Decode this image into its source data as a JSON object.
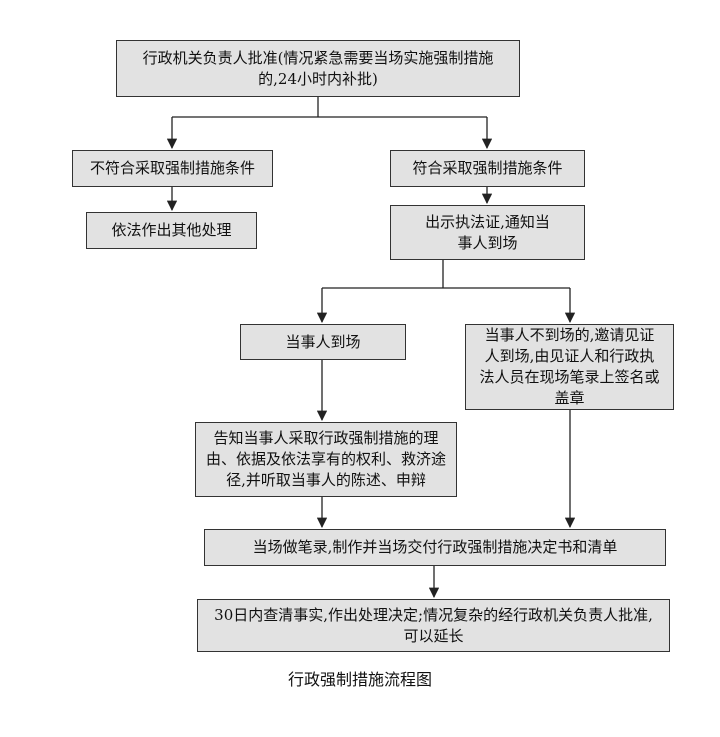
{
  "nodes": {
    "approval": "行政机关负责人批准(情况紧急需要当场实施强制措施的,24小时内补批)",
    "not_met": "不符合采取强制措施条件",
    "other_handling": "依法作出其他处理",
    "met": "符合采取强制措施条件",
    "show_cert": "出示执法证,通知当事人到场",
    "party_present": "当事人到场",
    "party_absent": "当事人不到场的,邀请见证人到场,由见证人和行政执法人员在现场笔录上签名或盖章",
    "inform": "告知当事人采取行政强制措施的理由、依据及依法享有的权利、救济途径,并听取当事人的陈述、申辩",
    "record": "当场做笔录,制作并当场交付行政强制措施决定书和清单",
    "decision": "30日内查清事实,作出处理决定;情况复杂的经行政机关负责人批准,可以延长"
  },
  "caption": "行政强制措施流程图"
}
